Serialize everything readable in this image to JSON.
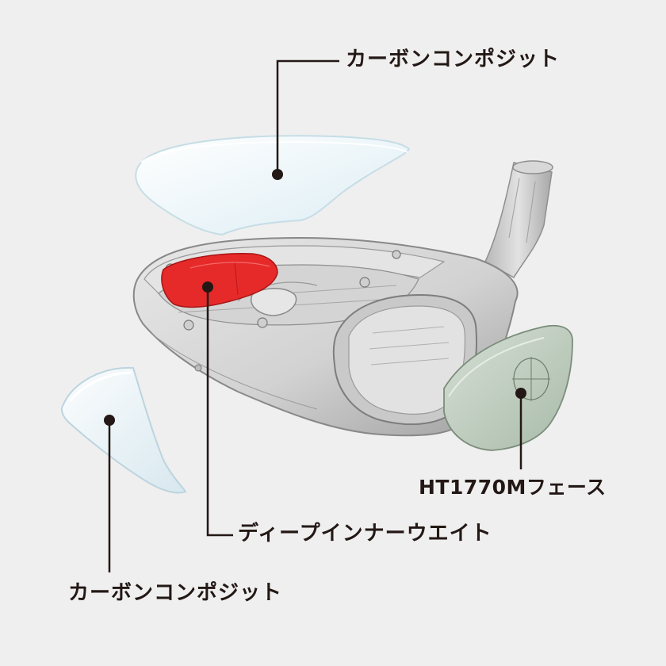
{
  "labels": {
    "crown_composite": "カーボンコンポジット",
    "face": "HT1770Mフェース",
    "inner_weight": "ディープインナーウエイト",
    "sole_composite": "カーボンコンポジット"
  },
  "colors": {
    "background": "#efefef",
    "leader": "#231815",
    "weight": "#e62a2a",
    "face_insert": "#c6d2c6",
    "carbon_panel": "#eef7fb",
    "body": "#d9d9d9"
  }
}
